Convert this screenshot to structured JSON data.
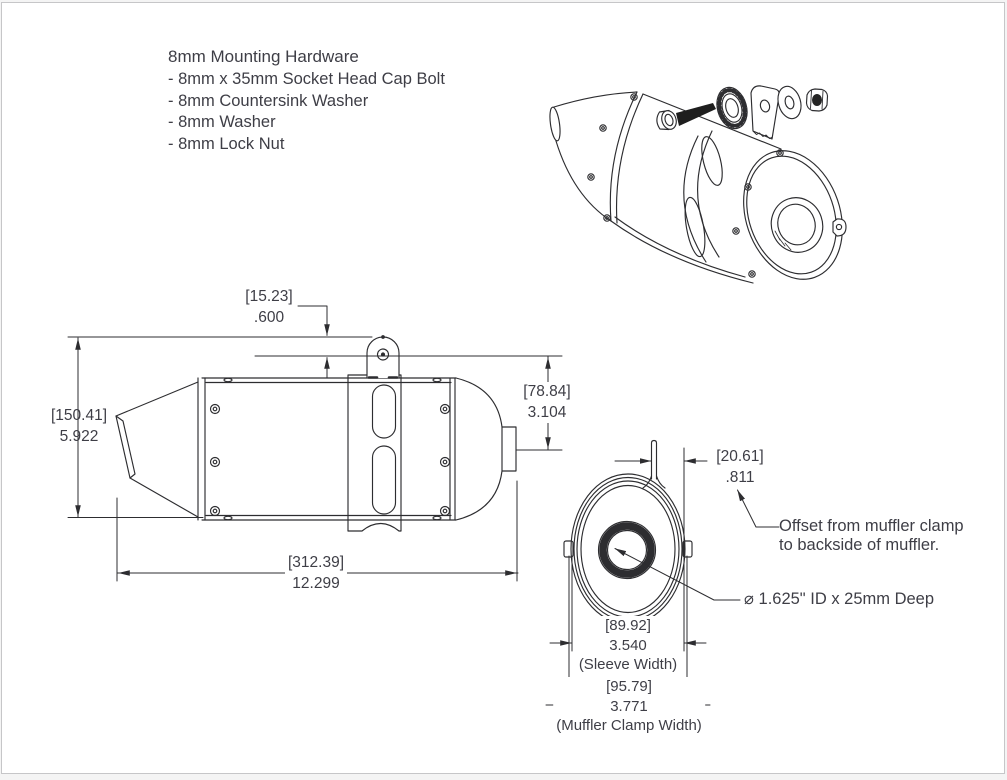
{
  "canvas": {
    "background": "#ffffff",
    "border": "#c6c6c8",
    "line_color": "#2d2d30",
    "text_color": "#3e3e46"
  },
  "hardware": {
    "title": "8mm Mounting Hardware",
    "items": [
      "- 8mm x 35mm Socket Head Cap Bolt",
      "- 8mm Countersink Washer",
      "- 8mm Washer",
      "- 8mm Lock Nut"
    ]
  },
  "side_view": {
    "bracket_offset": {
      "metric": "[15.23]",
      "inch": ".600"
    },
    "overall_height": {
      "metric": "[150.41]",
      "inch": "5.922"
    },
    "outlet_offset": {
      "metric": "[78.84]",
      "inch": "3.104"
    },
    "overall_length": {
      "metric": "[312.39]",
      "inch": "12.299"
    }
  },
  "end_view": {
    "clamp_offset": {
      "metric": "[20.61]",
      "inch": ".811"
    },
    "sleeve_width": {
      "metric": "[89.92]",
      "inch": "3.540",
      "label": "(Sleeve Width)"
    },
    "clamp_width": {
      "metric": "[95.79]",
      "inch": "3.771",
      "label": "(Muffler Clamp Width)"
    },
    "offset_note": [
      "Offset from muffler clamp",
      "to backside of muffler."
    ],
    "id_note": "⌀ 1.625\" ID x 25mm Deep"
  }
}
